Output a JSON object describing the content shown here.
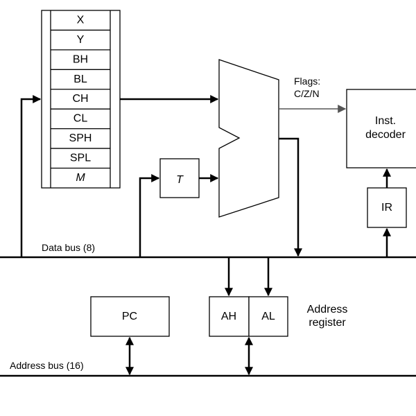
{
  "registers": [
    "X",
    "Y",
    "BH",
    "BL",
    "CH",
    "CL",
    "SPH",
    "SPL",
    "M"
  ],
  "t_register": "T",
  "flags": {
    "line1": "Flags:",
    "line2": "C/Z/N"
  },
  "decoder": {
    "line1": "Inst.",
    "line2": "decoder"
  },
  "ir": "IR",
  "data_bus": "Data bus (8)",
  "address_bus": "Address bus (16)",
  "pc": "PC",
  "ah": "AH",
  "al": "AL",
  "address_register": {
    "line1": "Address",
    "line2": "register"
  },
  "colors": {
    "line": "#000000",
    "flags_line": "#555555",
    "background": "#ffffff"
  }
}
